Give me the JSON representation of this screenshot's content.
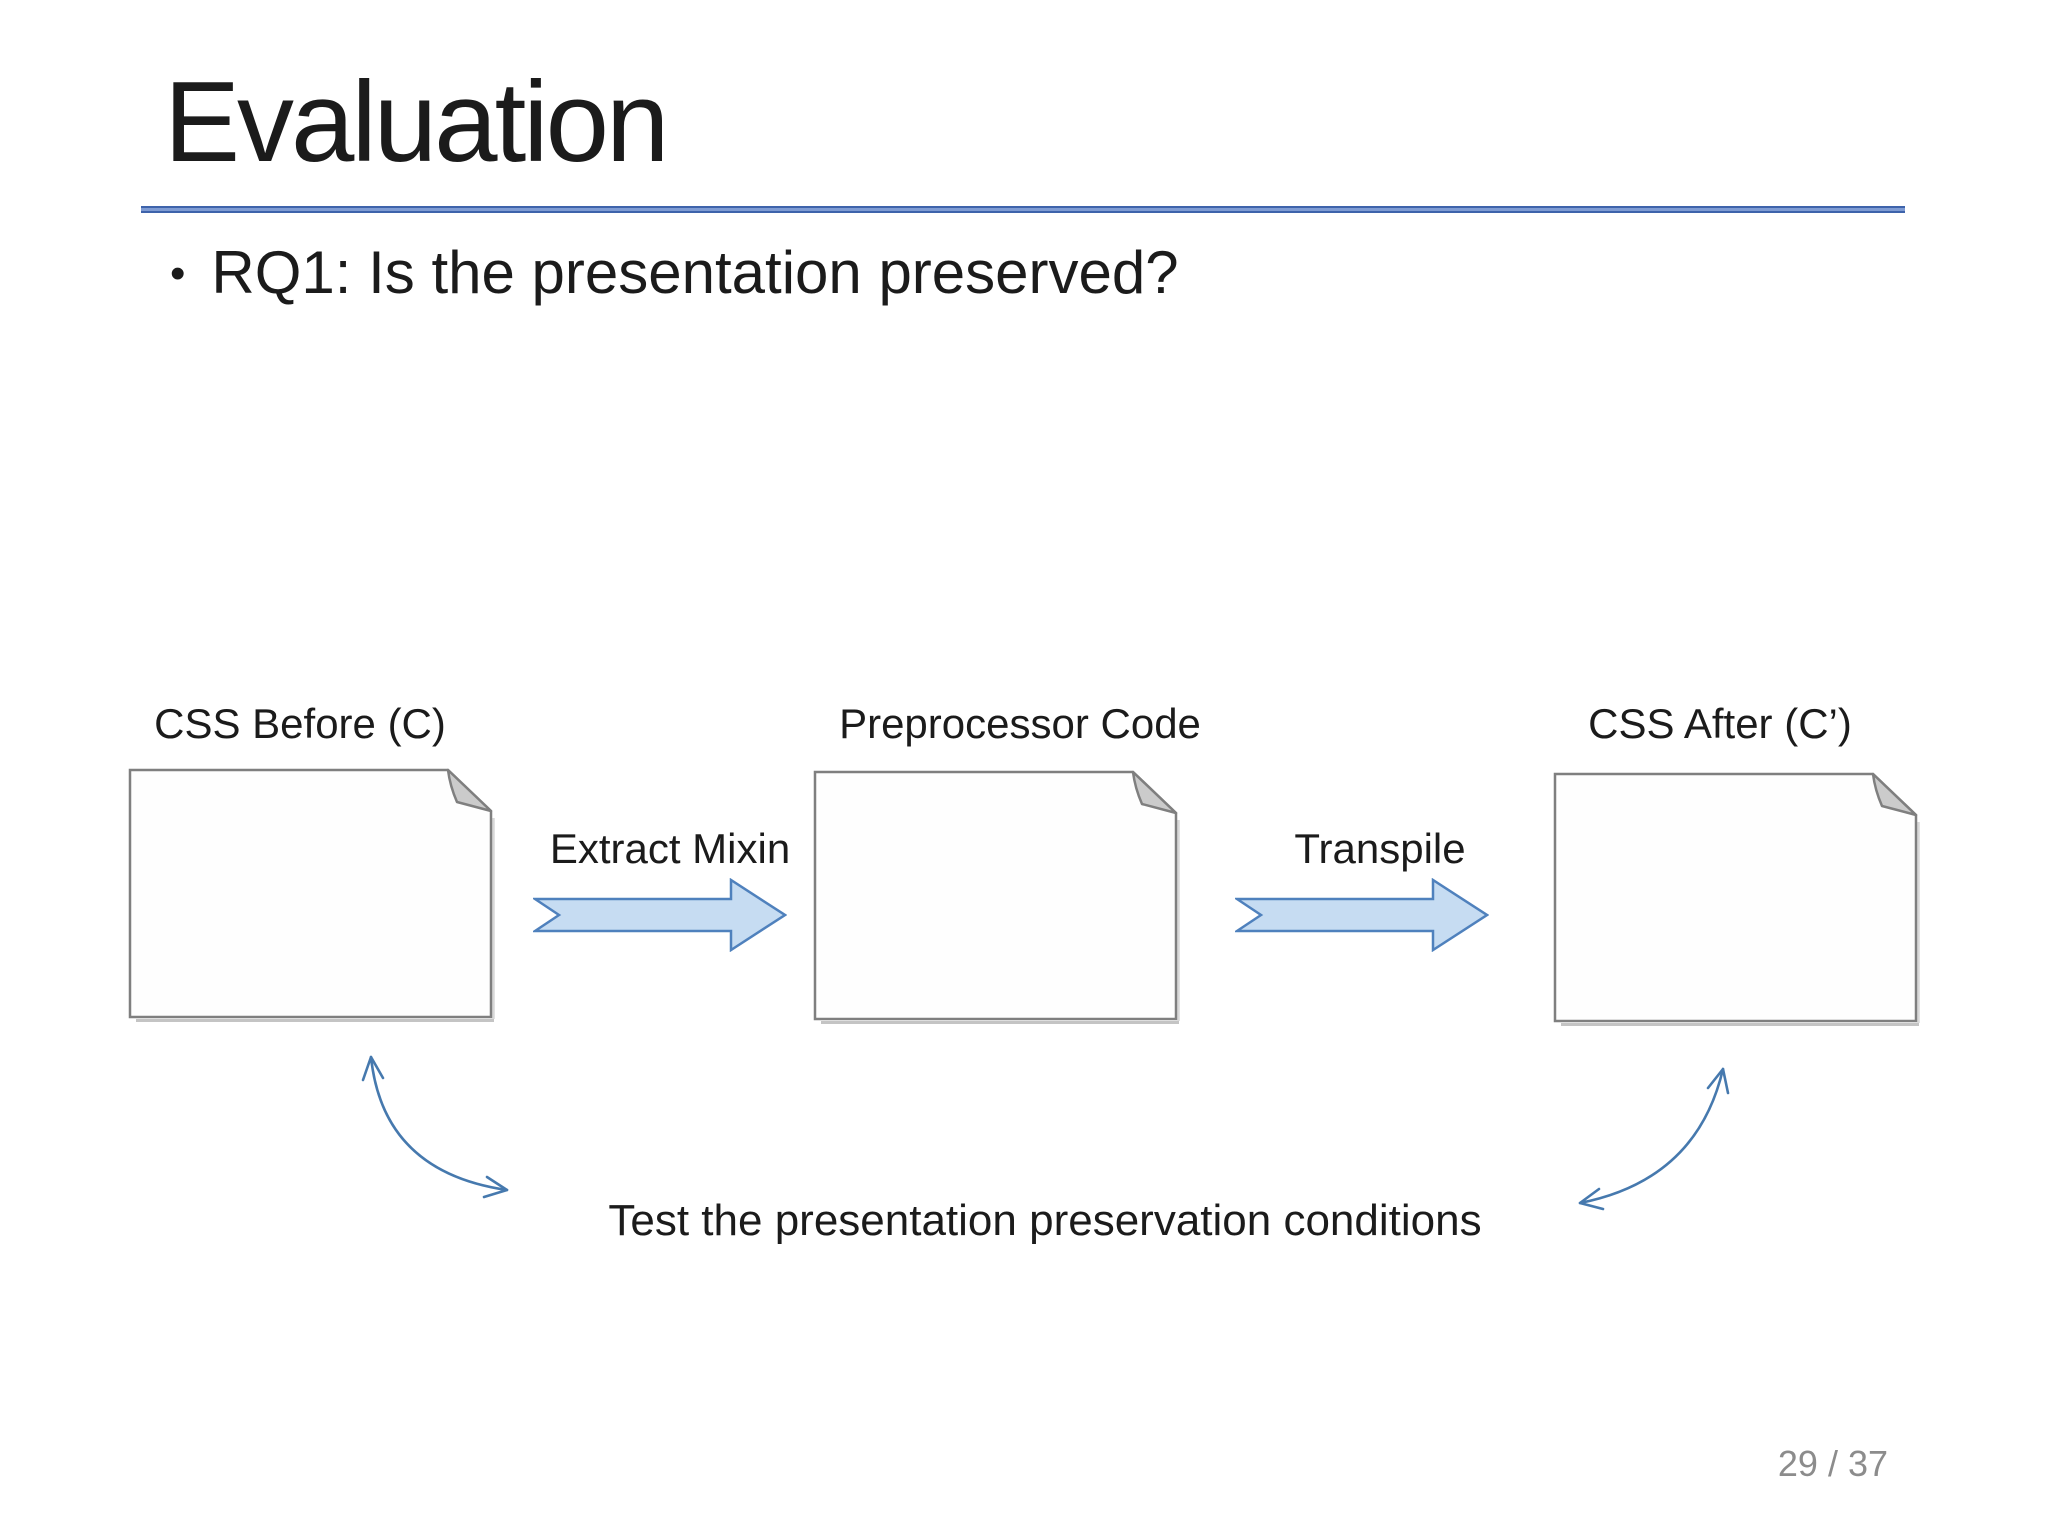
{
  "slide": {
    "title": "Evaluation",
    "bullet_glyph": "•",
    "bullet_text": "RQ1: Is the presentation preserved?",
    "page_number": "29 / 37"
  },
  "diagram": {
    "doc_labels": [
      "CSS Before (C)",
      "Preprocessor Code",
      "CSS After (C’)"
    ],
    "arrow_labels": [
      "Extract Mixin",
      "Transpile"
    ],
    "bottom_note": "Test the presentation preservation conditions"
  },
  "colors": {
    "divider_blue": "#4a72b8",
    "block_arrow_fill": "#c6dcf2",
    "block_arrow_stroke": "#4f81bd",
    "document_stroke": "#7f7f7f",
    "fold_fill": "#cbcbcb",
    "curve_arrow_stroke": "#4679ae",
    "page_number_gray": "#8c8c8c"
  }
}
